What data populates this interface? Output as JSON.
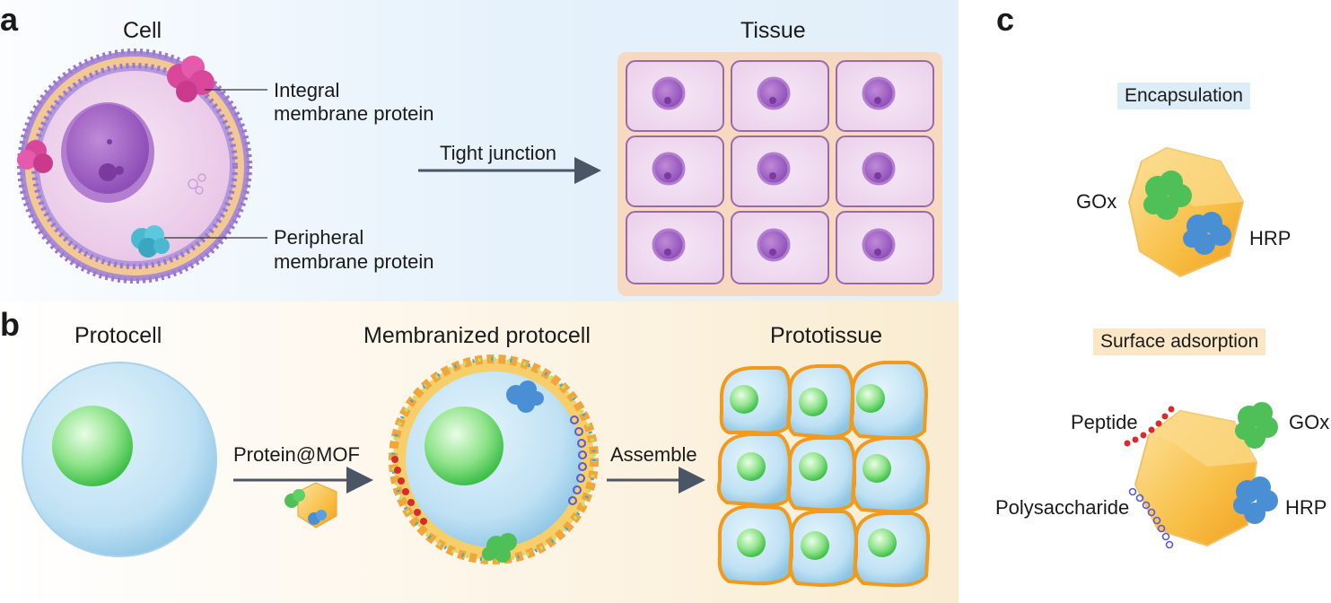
{
  "panels": {
    "a": {
      "letter": "a",
      "cell_title": "Cell",
      "tissue_title": "Tissue",
      "integral_label_line1": "Integral",
      "integral_label_line2": "membrane protein",
      "peripheral_label_line1": "Peripheral",
      "peripheral_label_line2": "membrane protein",
      "arrow_label": "Tight junction",
      "bg_color": "#e8f3fb"
    },
    "b": {
      "letter": "b",
      "protocell_title": "Protocell",
      "membranized_title": "Membranized protocell",
      "prototissue_title": "Prototissue",
      "arrow1_label": "Protein@MOF",
      "arrow2_label": "Assemble",
      "bg_color": "#fbf1dc"
    },
    "c": {
      "letter": "c",
      "encapsulation_title": "Encapsulation",
      "surface_title": "Surface adsorption",
      "gox_label_top": "GOx",
      "hrp_label_top": "HRP",
      "peptide_label": "Peptide",
      "gox_label_bottom": "GOx",
      "polysaccharide_label": "Polysaccharide",
      "hrp_label_bottom": "HRP"
    }
  },
  "colors": {
    "membrane_purple": "#9b7fd0",
    "cell_pink": "#f2d5ef",
    "nucleus_purple": "#9b59c2",
    "integral_protein": "#d9479b",
    "peripheral_protein": "#48b9d1",
    "mof_orange": "#f5b53d",
    "gox_green": "#4fbf57",
    "hrp_blue": "#4a8fd4",
    "protocell_blue": "#bcdff2",
    "arrow_gray": "#4a5566"
  },
  "icons": {
    "integral": "integral-protein-icon",
    "peripheral": "peripheral-protein-icon",
    "gox": "gox-enzyme-icon",
    "hrp": "hrp-enzyme-icon",
    "mof": "mof-crystal-icon"
  }
}
